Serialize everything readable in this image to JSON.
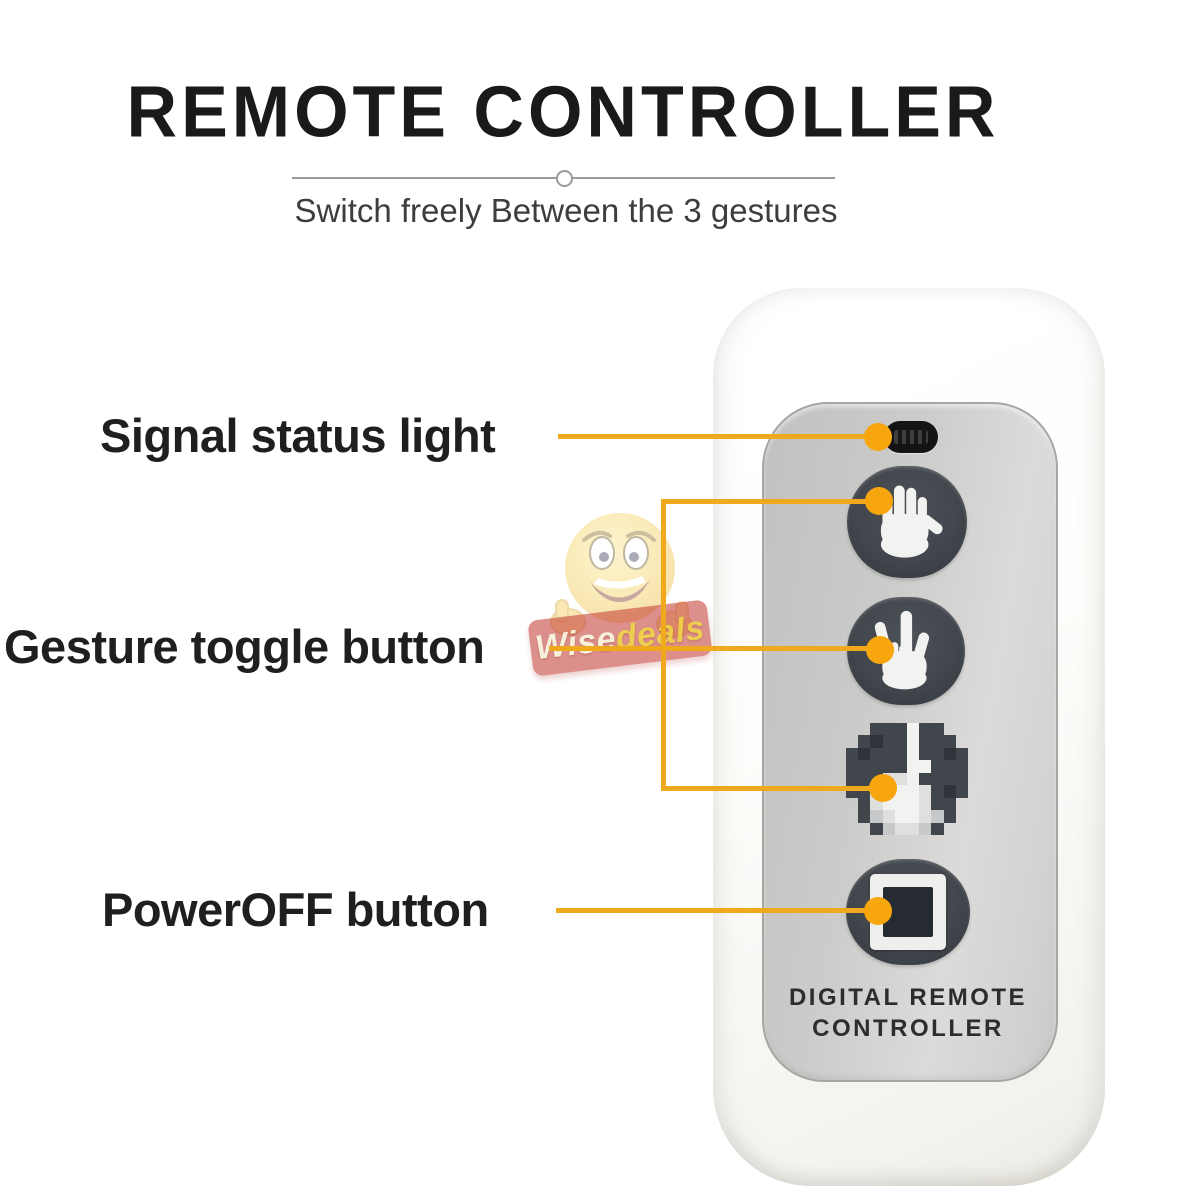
{
  "header": {
    "title": "REMOTE CONTROLLER",
    "subtitle": "Switch freely Between the 3 gestures"
  },
  "labels": {
    "signal": "Signal status light",
    "gesture": "Gesture toggle button",
    "power": "PowerOFF button"
  },
  "device": {
    "brand_line1": "DIGITAL REMOTE",
    "brand_line2": "CONTROLLER",
    "signal_light": "signal-status-light",
    "buttons": [
      {
        "name": "palm-gesture-button",
        "icon": "palm-hand-icon"
      },
      {
        "name": "point-gesture-button",
        "icon": "rock-hand-icon"
      },
      {
        "name": "pixelated-gesture-button",
        "icon": "pixelated-middle-finger-icon"
      },
      {
        "name": "power-off-button",
        "icon": "power-off-icon"
      }
    ]
  },
  "watermark": {
    "part1": "Wise",
    "part2": "deals"
  },
  "colors": {
    "accent_line": "#f0a91c",
    "accent_dot": "#f7a60e",
    "button_dark": "#3e434a",
    "panel_gray": "#cdcdcb",
    "title_text": "#1a1a1a"
  },
  "pixel_icon": {
    "palette": {
      ".": "transparent",
      "G": "#9aa0a4",
      "l": "#c6c8c9",
      "d": "#41464d",
      "D": "#2f343b",
      "w": "#dfdfdd",
      "W": "#f2f2f0"
    },
    "rows": [
      "..dddWdd..",
      ".dDddWddd.",
      "dDdddWddDd",
      "dddddWWddd",
      "dddwwWdddd",
      "ddwWWWwdDd",
      ".dwWWWwdd.",
      ".dlwWWwld.",
      "..dlwwld.."
    ]
  }
}
